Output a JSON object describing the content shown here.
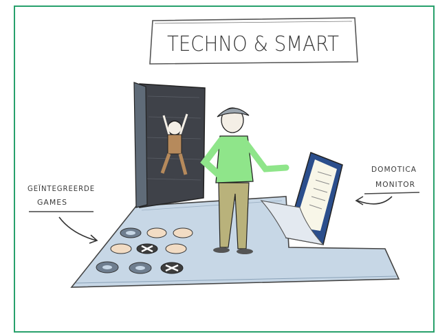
{
  "title": "TECHNO & SMART",
  "labels": {
    "games_line1": "GEÏNTEGREERDE",
    "games_line2": "GAMES",
    "monitor_line1": "DOMOTICA",
    "monitor_line2": "MONITOR"
  },
  "colors": {
    "frame_border": "#27a06b",
    "floor": "#c7d7e6",
    "shirt": "#8fe58a",
    "pants": "#b9b27b",
    "door": "#4c5058"
  },
  "icons": {
    "arrow_games": "hand-drawn-arrow",
    "arrow_monitor": "hand-drawn-arrow"
  }
}
